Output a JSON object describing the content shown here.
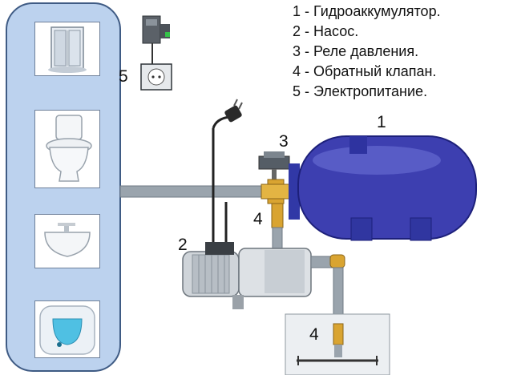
{
  "legend": [
    "1 - Гидроаккумулятор.",
    "2 - Насос.",
    "3 - Реле давления.",
    "4 - Обратный клапан.",
    "5 - Электропитание."
  ],
  "callouts": {
    "accumulator": "1",
    "pump": "2",
    "relay": "3",
    "valve_upper": "4",
    "valve_lower": "4",
    "power": "5"
  },
  "colors": {
    "panel": "#bcd2ee",
    "tank": "#3d3fb0",
    "pipe": "#9aa4ad",
    "brass": "#d9a431"
  },
  "icons": [
    "shower-cabin-icon",
    "toilet-icon",
    "sink-icon",
    "water-heater-icon",
    "electrical-outlet-icon",
    "breaker-icon",
    "plug-icon"
  ]
}
